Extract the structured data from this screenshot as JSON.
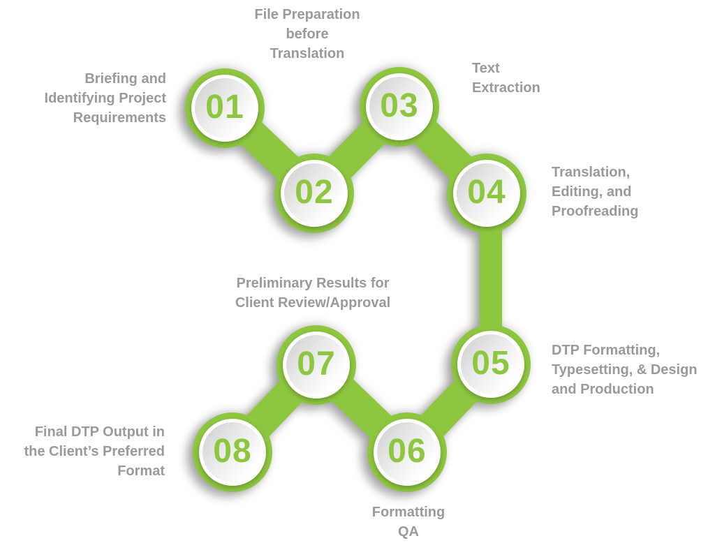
{
  "diagram": {
    "type": "process-chain",
    "step_count": 8,
    "colors": {
      "accent_green": "#8dc63f",
      "label_gray": "#9a9a9a",
      "circle_face_light": "#ffffff",
      "circle_face_shade": "#d2d2d2"
    }
  },
  "steps": [
    {
      "number": "01",
      "label_lines": [
        "Briefing and",
        "Identifying Project",
        "Requirements"
      ]
    },
    {
      "number": "02",
      "label_lines": [
        "File Preparation",
        "before",
        "Translation"
      ]
    },
    {
      "number": "03",
      "label_lines": [
        "Text",
        "Extraction"
      ]
    },
    {
      "number": "04",
      "label_lines": [
        "Translation,",
        "Editing, and",
        "Proofreading"
      ]
    },
    {
      "number": "05",
      "label_lines": [
        "DTP Formatting,",
        "Typesetting, & Design",
        "and Production"
      ]
    },
    {
      "number": "06",
      "label_lines": [
        "Formatting",
        "QA"
      ]
    },
    {
      "number": "07",
      "label_lines": [
        "Preliminary Results for",
        "Client Review/Approval"
      ]
    },
    {
      "number": "08",
      "label_lines": [
        "Final DTP Output in",
        "the Client’s Preferred",
        "Format"
      ]
    }
  ]
}
